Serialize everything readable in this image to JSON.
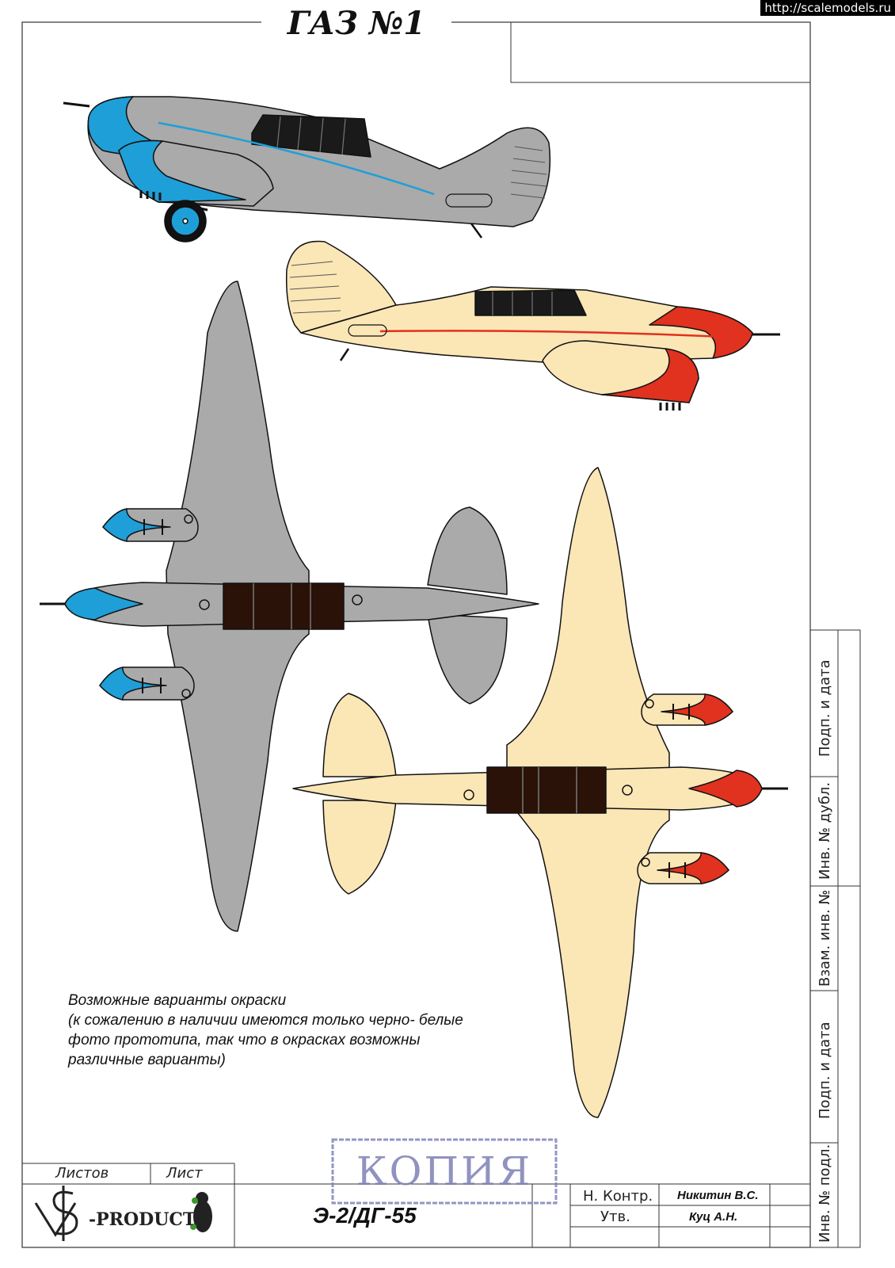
{
  "title": "ГАЗ №1",
  "watermark_url": "http://scalemodels.ru",
  "note_lines": [
    "Возможные варианты окраски",
    "(к сожалению в наличии имеются только черно- белые",
    "фото прототипа, так что в окрасках возможны",
    "различные варианты)"
  ],
  "title_block": {
    "sheets_label": "Листов",
    "sheet_label": "Лист",
    "brand_text": "-PRODUCT",
    "drawing_code": "Э-2/ДГ-55",
    "stamp_text": "КОПИЯ",
    "roles": [
      "Н. Контр.",
      "Утв."
    ],
    "names": [
      "Никитин В.С.",
      "Куц А.Н."
    ]
  },
  "side_block": [
    "Подп. и дата",
    "Инв. № дубл.",
    "Взам. инв. №",
    "Подп. и дата",
    "Инв. № подл."
  ],
  "colors": {
    "grey_scheme": "#aaaaaa",
    "blue_accent": "#1f9fd8",
    "cream_scheme": "#fbe6b6",
    "red_accent": "#e0321f",
    "canopy": "#2a1208"
  }
}
